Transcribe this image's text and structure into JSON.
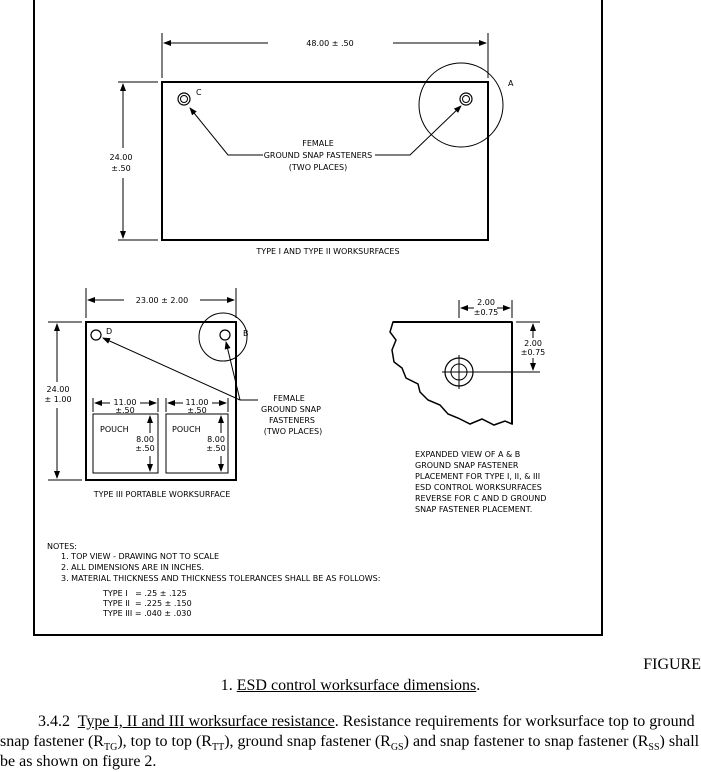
{
  "drawing": {
    "worksurface1": {
      "dim_width": "48.00 ± .50",
      "dim_height_1": "24.00",
      "dim_height_2": "±.50",
      "label_a": "A",
      "label_c": "C",
      "fastener_note": [
        "FEMALE",
        "GROUND SNAP FASTENERS",
        "(TWO PLACES)"
      ],
      "caption": "TYPE I  AND TYPE II  WORKSURFACES"
    },
    "worksurface3": {
      "dim_width": "23.00 ± 2.00",
      "dim_height_1": "24.00",
      "dim_height_2": "± 1.00",
      "label_d": "D",
      "label_b": "B",
      "pouch_label": "POUCH",
      "pouch_width_1": "11.00",
      "pouch_width_2": "±.50",
      "pouch_height_1": "8.00",
      "pouch_height_2": "±.50",
      "fastener_note": [
        "FEMALE",
        "GROUND SNAP",
        "FASTENERS",
        "(TWO PLACES)"
      ],
      "caption": "TYPE III  PORTABLE WORKSURFACE"
    },
    "expanded_view": {
      "dim_x_1": "2.00",
      "dim_x_2": "±0.75",
      "dim_y_1": "2.00",
      "dim_y_2": "±0.75",
      "caption": [
        "EXPANDED VIEW OF A & B",
        "GROUND SNAP FASTENER",
        "PLACEMENT FOR TYPE I, II, & III",
        "ESD CONTROL WORKSURFACES",
        "REVERSE FOR C AND D GROUND",
        "SNAP FASTENER PLACEMENT."
      ]
    },
    "notes": {
      "heading": "NOTES:",
      "items": [
        "1. TOP VIEW - DRAWING NOT TO SCALE",
        "2. ALL DIMENSIONS  ARE IN INCHES.",
        "3. MATERIAL THICKNESS AND THICKNESS TOLERANCES SHALL BE AS FOLLOWS:"
      ],
      "thickness": [
        "TYPE I   = .25 ± .125",
        "TYPE II  = .225 ± .150",
        "TYPE III = .040 ± .030"
      ]
    }
  },
  "caption": {
    "figure_word": "FIGURE",
    "number": "1.",
    "title": "ESD control worksurface dimensions",
    "period": "."
  },
  "paragraph": {
    "number": "3.4.2",
    "heading": "Type I, II and III worksurface resistance",
    "heading_period": ".",
    "t1": " Resistance requirements for worksurface top to ground snap fastener (R",
    "s1": "TG",
    "t2": "), top to top (R",
    "s2": "TT",
    "t3": "), ground snap fastener (R",
    "s3": "GS",
    "t4": ") and snap fastener to snap fastener (R",
    "s4": "SS",
    "t5": ") shall be as shown on figure 2."
  }
}
